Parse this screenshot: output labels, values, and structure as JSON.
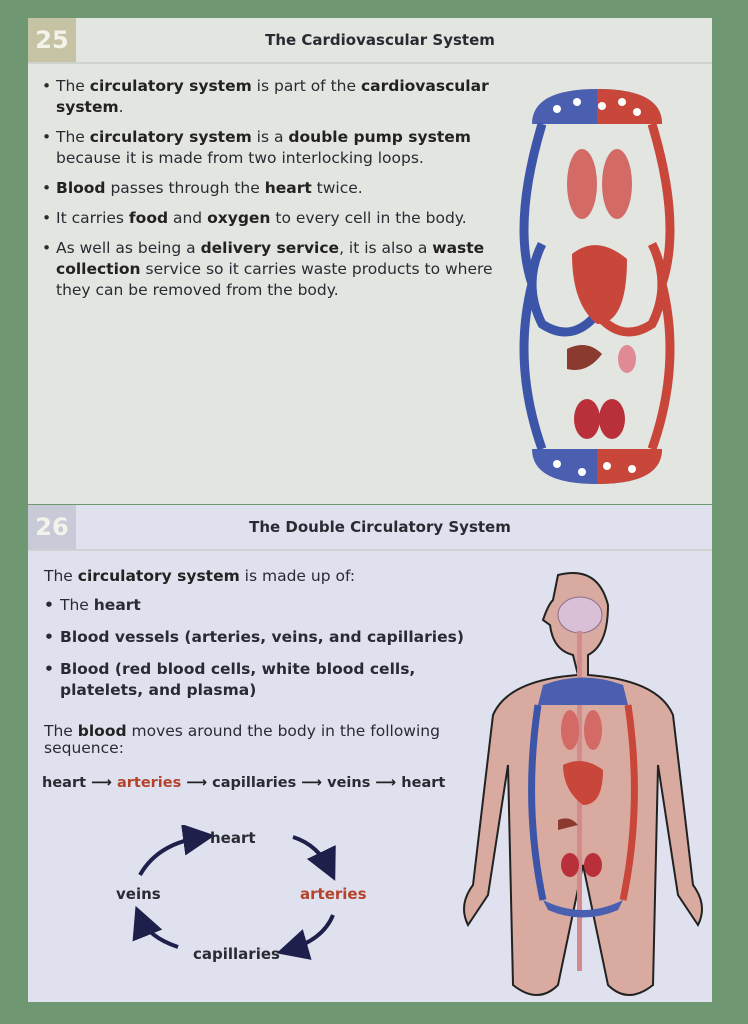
{
  "section25": {
    "number": "25",
    "title": "The Cardiovascular System",
    "bullets": [
      [
        "The ",
        "circulatory system",
        " is part of the ",
        "cardiovascular system",
        "."
      ],
      [
        "The ",
        "circulatory system",
        " is a ",
        "double pump system",
        " because it is made from two interlocking loops."
      ],
      [
        "",
        "Blood",
        " passes through the ",
        "heart",
        " twice."
      ],
      [
        "It carries ",
        "food",
        " and ",
        "oxygen",
        " to every cell in the body."
      ],
      [
        "As well as being a ",
        "delivery service",
        ", it is also a ",
        "waste collection",
        " service so it carries waste products to where they can be removed from the body."
      ]
    ]
  },
  "section26": {
    "number": "26",
    "title": "The Double Circulatory System",
    "intro_pre": "The ",
    "intro_bold": "circulatory system",
    "intro_post": " is made up of:",
    "bullets": [
      {
        "pre": "The ",
        "bold": "heart",
        "post": ""
      },
      {
        "pre": "",
        "bold": "Blood vessels (arteries, veins, and capillaries)",
        "post": ""
      },
      {
        "pre": "",
        "bold": "Blood (red blood cells, white blood cells, platelets, and plasma)",
        "post": ""
      }
    ],
    "sequence_pre": "The ",
    "sequence_bold": "blood",
    "sequence_post": " moves around the body in the following sequence:",
    "sequence": [
      "heart",
      "arteries",
      "capillaries",
      "veins",
      "heart"
    ],
    "cycle": {
      "top": "heart",
      "right": "arteries",
      "bottom": "capillaries",
      "left": "veins"
    }
  },
  "colors": {
    "background": "#6f9872",
    "artery": "#c9463b",
    "vein": "#3c55a8",
    "highlight": "#b4432a"
  }
}
